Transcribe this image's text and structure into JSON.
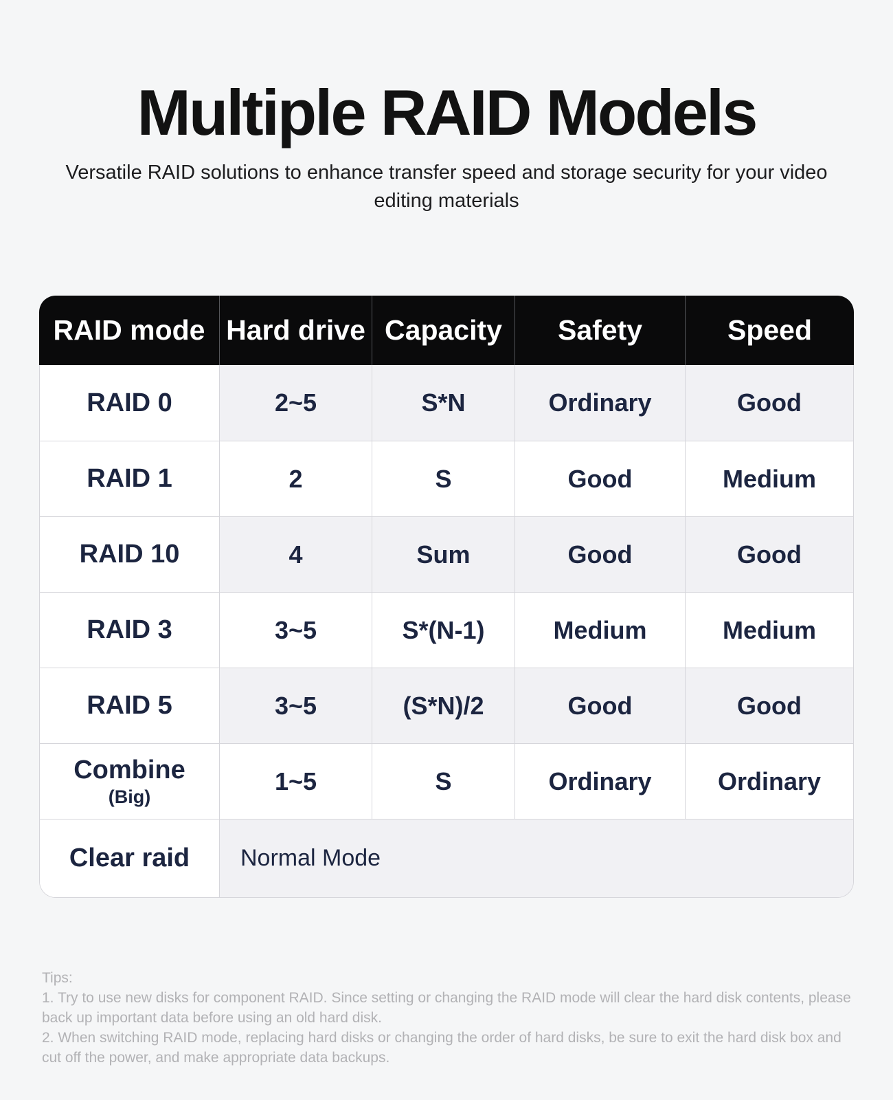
{
  "page": {
    "title": "Multiple RAID Models",
    "subtitle": "Versatile RAID solutions to enhance transfer speed and storage security for your video editing materials"
  },
  "colors": {
    "page_background": "#f5f6f7",
    "header_background": "#0a0a0b",
    "header_text": "#ffffff",
    "cell_text": "#1c2540",
    "shaded_cell_background": "#f1f1f4",
    "border": "#d6d6db",
    "tips_text": "#b2b2b5"
  },
  "table": {
    "headers": [
      "RAID mode",
      "Hard drive",
      "Capacity",
      "Safety",
      "Speed"
    ],
    "rows": [
      {
        "mode": "RAID 0",
        "sub": "",
        "drive": "2~5",
        "capacity": "S*N",
        "safety": "Ordinary",
        "speed": "Good"
      },
      {
        "mode": "RAID 1",
        "sub": "",
        "drive": "2",
        "capacity": "S",
        "safety": "Good",
        "speed": "Medium"
      },
      {
        "mode": "RAID 10",
        "sub": "",
        "drive": "4",
        "capacity": "Sum",
        "safety": "Good",
        "speed": "Good"
      },
      {
        "mode": "RAID 3",
        "sub": "",
        "drive": "3~5",
        "capacity": "S*(N-1)",
        "safety": "Medium",
        "speed": "Medium"
      },
      {
        "mode": "RAID 5",
        "sub": "",
        "drive": "3~5",
        "capacity": "(S*N)/2",
        "safety": "Good",
        "speed": "Good"
      },
      {
        "mode": "Combine",
        "sub": "(Big)",
        "drive": "1~5",
        "capacity": "S",
        "safety": "Ordinary",
        "speed": "Ordinary"
      }
    ],
    "clear_row": {
      "mode": "Clear raid",
      "value": "Normal Mode"
    }
  },
  "tips": {
    "label": "Tips:",
    "items": [
      "1. Try to use new disks for component RAID. Since setting or changing the RAID mode will clear the hard disk contents, please back up important data before using an old hard disk.",
      "2. When switching RAID mode, replacing hard disks or changing the order of hard disks, be sure to exit the hard disk box and cut off the power, and make appropriate data backups."
    ]
  }
}
